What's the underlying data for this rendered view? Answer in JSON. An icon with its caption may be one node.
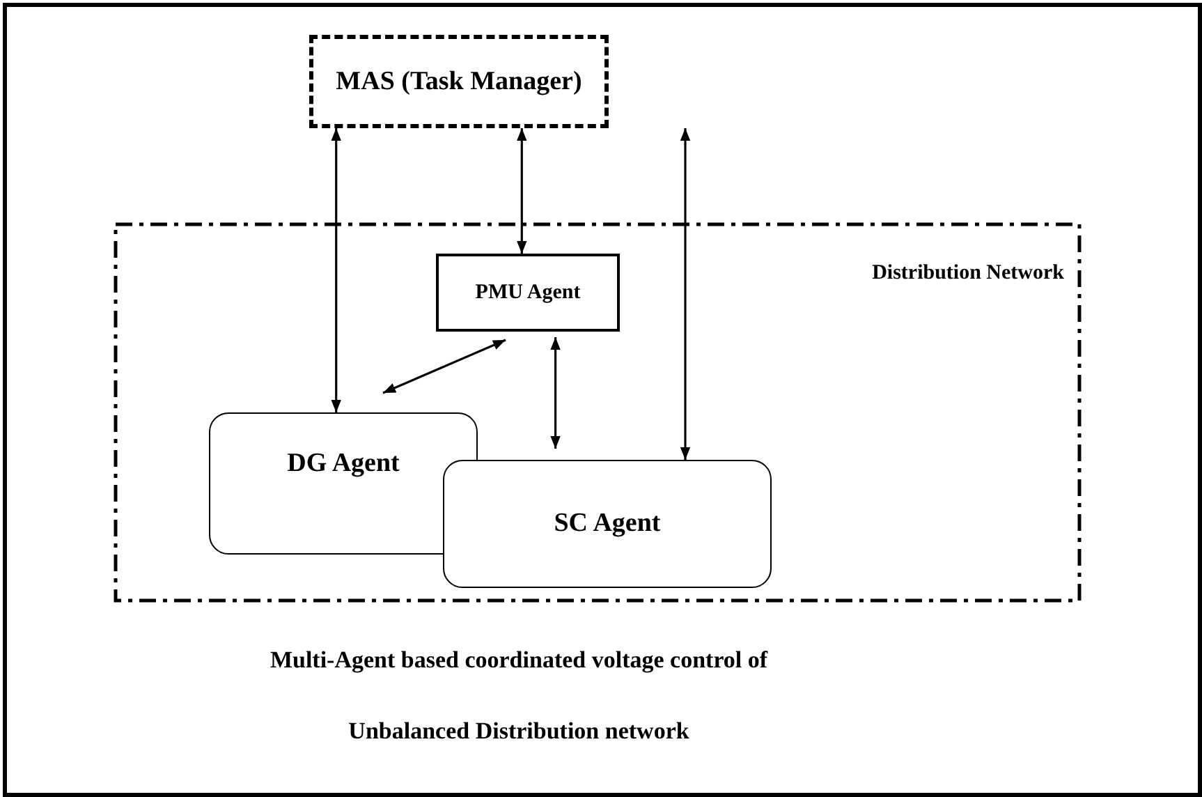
{
  "diagram": {
    "caption": "Multi-Agent based coordinated voltage control of Unbalanced Distribution network",
    "nodes": [
      {
        "text": [
          "MAS (Task Manager)"
        ]
      },
      {
        "text": [
          "Distribution Network"
        ]
      },
      {
        "text": [
          "PMU Agent"
        ],
        "in": 1
      },
      {
        "text": [
          "DG Agent"
        ],
        "in": 1
      },
      {
        "text": [
          "SC Agent"
        ],
        "in": 1
      }
    ],
    "edges": [
      {
        "from": 0,
        "to": 3,
        "arrow": "both"
      },
      {
        "from": 0,
        "to": 2,
        "arrow": "both"
      },
      {
        "from": 0,
        "to": 4,
        "arrow": "both"
      },
      {
        "from": 2,
        "to": 3,
        "arrow": "both"
      },
      {
        "from": 2,
        "to": 4,
        "arrow": "both"
      }
    ]
  }
}
